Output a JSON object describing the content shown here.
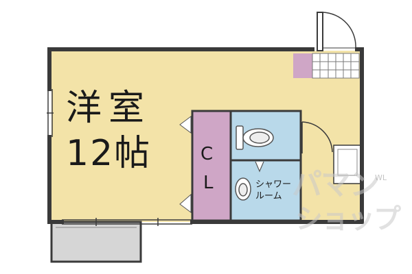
{
  "floorplan": {
    "room": {
      "name": "洋室",
      "size": "12帖"
    },
    "closet": {
      "label_top": "C",
      "label_bottom": "L"
    },
    "shower_room": {
      "line1": "シャワー",
      "line2": "ルーム"
    },
    "watermark": {
      "line1": "パマン",
      "line2": "ショップ",
      "small": "WL"
    },
    "colors": {
      "room_floor": "#f3e3a8",
      "closet": "#cfa6c6",
      "wet_area": "#b9d9ea",
      "wall": "#3a3a3a",
      "balcony": "#d6d6d6",
      "storage_tile": "#c9a3c2"
    }
  }
}
